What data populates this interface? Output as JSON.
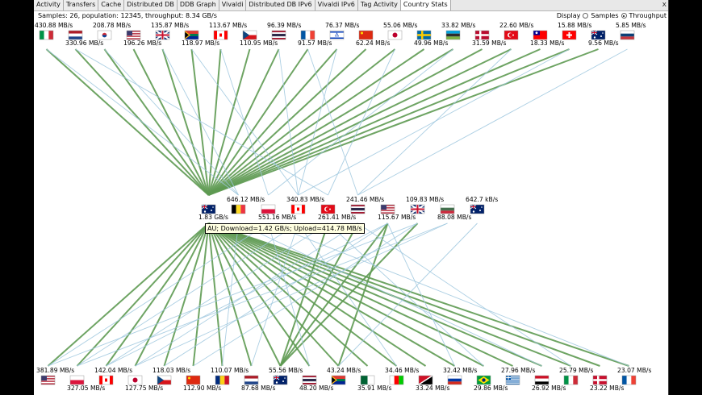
{
  "tabs": [
    {
      "label": "Activity",
      "active": false
    },
    {
      "label": "Transfers",
      "active": false
    },
    {
      "label": "Cache",
      "active": false
    },
    {
      "label": "Distributed DB",
      "active": false
    },
    {
      "label": "DDB Graph",
      "active": false
    },
    {
      "label": "Vivaldi",
      "active": false
    },
    {
      "label": "Distributed DB IPv6",
      "active": false
    },
    {
      "label": "Vivaldi IPv6",
      "active": false
    },
    {
      "label": "Tag Activity",
      "active": false
    },
    {
      "label": "Country Stats",
      "active": true
    }
  ],
  "close_label": "x",
  "summary": "Samples: 26, population: 12345, throughput: 8.34 GB/s",
  "display": {
    "label": "Display",
    "options": [
      "Samples",
      "Throughput"
    ],
    "selected": "Throughput"
  },
  "tooltip": "AU; Download=1.42 GB/s; Upload=414.78 MB/s",
  "rows": {
    "top": {
      "labels": [
        "430.88 MB/s",
        "330.96 MB/s",
        "208.78 MB/s",
        "196.26 MB/s",
        "135.87 MB/s",
        "118.97 MB/s",
        "113.67 MB/s",
        "110.95 MB/s",
        "96.39 MB/s",
        "91.57 MB/s",
        "76.37 MB/s",
        "62.24 MB/s",
        "55.06 MB/s",
        "49.96 MB/s",
        "33.82 MB/s",
        "31.59 MB/s",
        "22.60 MB/s",
        "18.33 MB/s",
        "15.88 MB/s",
        "9.56 MB/s",
        "5.85 MB/s"
      ],
      "flags": [
        {
          "type": "v3",
          "c": [
            "#009246",
            "#ffffff",
            "#ce2b37"
          ]
        },
        {
          "type": "h3",
          "c": [
            "#ae1c28",
            "#ffffff",
            "#21468b"
          ]
        },
        {
          "type": "kr",
          "c": [
            "#ffffff",
            "#cd2e3a",
            "#0047a0"
          ]
        },
        {
          "type": "us",
          "c": [
            "#b22234",
            "#ffffff",
            "#3c3b6e"
          ]
        },
        {
          "type": "gb",
          "c": [
            "#012169",
            "#ffffff",
            "#c8102e"
          ]
        },
        {
          "type": "za",
          "c": [
            "#007a4d",
            "#ffb612",
            "#de3831",
            "#002395"
          ]
        },
        {
          "type": "ca",
          "c": [
            "#ff0000",
            "#ffffff"
          ]
        },
        {
          "type": "cz",
          "c": [
            "#ffffff",
            "#d7141a",
            "#11457e"
          ]
        },
        {
          "type": "th",
          "c": [
            "#a51931",
            "#f4f5f8",
            "#2d2a4a"
          ]
        },
        {
          "type": "v3",
          "c": [
            "#0055a4",
            "#ffffff",
            "#ef4135"
          ]
        },
        {
          "type": "il",
          "c": [
            "#ffffff",
            "#0038b8"
          ]
        },
        {
          "type": "cn",
          "c": [
            "#de2910",
            "#ffde00"
          ]
        },
        {
          "type": "jp",
          "c": [
            "#ffffff",
            "#bc002d"
          ]
        },
        {
          "type": "nordic",
          "c": [
            "#006aa7",
            "#fecc00"
          ]
        },
        {
          "type": "h3",
          "c": [
            "#00a3dd",
            "#2d2d2d",
            "#7cb342"
          ]
        },
        {
          "type": "nordic",
          "c": [
            "#ba0c2f",
            "#ffffff"
          ]
        },
        {
          "type": "tr",
          "c": [
            "#e30a17",
            "#ffffff"
          ]
        },
        {
          "type": "tw",
          "c": [
            "#fe0000",
            "#000095"
          ]
        },
        {
          "type": "ch",
          "c": [
            "#ff0000",
            "#ffffff"
          ]
        },
        {
          "type": "au",
          "c": [
            "#012169",
            "#ffffff"
          ]
        },
        {
          "type": "h3",
          "c": [
            "#ffffff",
            "#0c4076",
            "#c6363c"
          ]
        }
      ]
    },
    "middle": {
      "labels": [
        "1.83 GB/s",
        "646.12 MB/s",
        "551.16 MB/s",
        "340.83 MB/s",
        "261.41 MB/s",
        "241.46 MB/s",
        "115.67 MB/s",
        "109.83 MB/s",
        "88.08 MB/s",
        "642.7 kB/s"
      ],
      "flags": [
        {
          "type": "au",
          "c": [
            "#012169",
            "#ffffff"
          ]
        },
        {
          "type": "v3",
          "c": [
            "#000000",
            "#fdda24",
            "#ef3340"
          ]
        },
        {
          "type": "h2",
          "c": [
            "#ffffff",
            "#dc143c"
          ]
        },
        {
          "type": "ca",
          "c": [
            "#ff0000",
            "#ffffff"
          ]
        },
        {
          "type": "tr",
          "c": [
            "#e30a17",
            "#ffffff"
          ]
        },
        {
          "type": "th",
          "c": [
            "#a51931",
            "#f4f5f8",
            "#2d2a4a"
          ]
        },
        {
          "type": "us",
          "c": [
            "#b22234",
            "#ffffff",
            "#3c3b6e"
          ]
        },
        {
          "type": "gb",
          "c": [
            "#012169",
            "#ffffff",
            "#c8102e"
          ]
        },
        {
          "type": "h3",
          "c": [
            "#ffffff",
            "#436f4d",
            "#cd2a3e"
          ]
        },
        {
          "type": "au",
          "c": [
            "#012169",
            "#ffffff"
          ]
        }
      ]
    },
    "bottom": {
      "labels": [
        "381.89 MB/s",
        "327.05 MB/s",
        "142.04 MB/s",
        "127.75 MB/s",
        "118.03 MB/s",
        "112.90 MB/s",
        "110.07 MB/s",
        "87.68 MB/s",
        "55.56 MB/s",
        "48.20 MB/s",
        "43.24 MB/s",
        "35.91 MB/s",
        "34.46 MB/s",
        "33.24 MB/s",
        "32.42 MB/s",
        "29.86 MB/s",
        "27.96 MB/s",
        "26.92 MB/s",
        "25.79 MB/s",
        "23.22 MB/s",
        "23.07 MB/s"
      ],
      "flags": [
        {
          "type": "us",
          "c": [
            "#b22234",
            "#ffffff",
            "#3c3b6e"
          ]
        },
        {
          "type": "h2",
          "c": [
            "#ffffff",
            "#dc143c"
          ]
        },
        {
          "type": "ca",
          "c": [
            "#ff0000",
            "#ffffff"
          ]
        },
        {
          "type": "jp",
          "c": [
            "#ffffff",
            "#bc002d"
          ]
        },
        {
          "type": "cz",
          "c": [
            "#ffffff",
            "#d7141a",
            "#11457e"
          ]
        },
        {
          "type": "cn",
          "c": [
            "#de2910",
            "#ffde00"
          ]
        },
        {
          "type": "v3",
          "c": [
            "#002b7f",
            "#fcd116",
            "#ce1126"
          ]
        },
        {
          "type": "h3",
          "c": [
            "#ae1c28",
            "#ffffff",
            "#21468b"
          ]
        },
        {
          "type": "au",
          "c": [
            "#012169",
            "#ffffff"
          ]
        },
        {
          "type": "th",
          "c": [
            "#a51931",
            "#f4f5f8",
            "#2d2a4a"
          ]
        },
        {
          "type": "za",
          "c": [
            "#007a4d",
            "#ffb612",
            "#de3831",
            "#002395"
          ]
        },
        {
          "type": "v2",
          "c": [
            "#006233",
            "#ffffff"
          ]
        },
        {
          "type": "v3",
          "c": [
            "#ffffff",
            "#ff0000",
            "#00cc00"
          ]
        },
        {
          "type": "diag",
          "c": [
            "#ce1126",
            "#000000",
            "#ffffff"
          ]
        },
        {
          "type": "h3",
          "c": [
            "#ffffff",
            "#0039a6",
            "#d52b1e"
          ]
        },
        {
          "type": "br",
          "c": [
            "#009c3b",
            "#ffdf00",
            "#002776"
          ]
        },
        {
          "type": "gr",
          "c": [
            "#0d5eaf",
            "#ffffff"
          ]
        },
        {
          "type": "h3",
          "c": [
            "#ce1126",
            "#ffffff",
            "#000000"
          ]
        },
        {
          "type": "v3",
          "c": [
            "#009246",
            "#ffffff",
            "#ce2b37"
          ]
        },
        {
          "type": "nordic",
          "c": [
            "#c8102e",
            "#ffffff"
          ]
        },
        {
          "type": "v3",
          "c": [
            "#0055a4",
            "#ffffff",
            "#ef4135"
          ]
        }
      ]
    }
  },
  "edges": [
    [
      "top",
      0,
      "middle",
      0,
      0
    ],
    [
      "top",
      1,
      "middle",
      0,
      0
    ],
    [
      "top",
      2,
      "middle",
      0,
      0
    ],
    [
      "top",
      3,
      "middle",
      0,
      0
    ],
    [
      "top",
      4,
      "middle",
      0,
      0
    ],
    [
      "top",
      5,
      "middle",
      0,
      0
    ],
    [
      "top",
      6,
      "middle",
      0,
      0
    ],
    [
      "top",
      7,
      "middle",
      0,
      0
    ],
    [
      "top",
      8,
      "middle",
      0,
      0
    ],
    [
      "top",
      9,
      "middle",
      0,
      0
    ],
    [
      "top",
      10,
      "middle",
      0,
      0
    ],
    [
      "top",
      11,
      "middle",
      0,
      0
    ],
    [
      "top",
      12,
      "middle",
      0,
      0
    ],
    [
      "top",
      13,
      "middle",
      0,
      0
    ],
    [
      "top",
      14,
      "middle",
      0,
      0
    ],
    [
      "top",
      15,
      "middle",
      0,
      0
    ],
    [
      "top",
      16,
      "middle",
      0,
      0
    ],
    [
      "top",
      17,
      "middle",
      0,
      0
    ],
    [
      "top",
      18,
      "middle",
      0,
      0
    ],
    [
      "top",
      19,
      "middle",
      0,
      0
    ],
    [
      "top",
      0,
      "middle",
      1,
      1
    ],
    [
      "top",
      2,
      "middle",
      1,
      1
    ],
    [
      "top",
      4,
      "middle",
      1,
      1
    ],
    [
      "top",
      6,
      "middle",
      2,
      1
    ],
    [
      "top",
      8,
      "middle",
      3,
      1
    ],
    [
      "top",
      10,
      "middle",
      3,
      1
    ],
    [
      "top",
      12,
      "middle",
      4,
      1
    ],
    [
      "top",
      14,
      "middle",
      2,
      1
    ],
    [
      "top",
      16,
      "middle",
      5,
      1
    ],
    [
      "top",
      18,
      "middle",
      3,
      1
    ],
    [
      "top",
      20,
      "middle",
      5,
      1
    ],
    [
      "top",
      1,
      "middle",
      4,
      1
    ],
    [
      "top",
      5,
      "middle",
      3,
      1
    ],
    [
      "top",
      9,
      "middle",
      5,
      1
    ],
    [
      "middle",
      0,
      "bottom",
      0,
      0
    ],
    [
      "middle",
      0,
      "bottom",
      1,
      0
    ],
    [
      "middle",
      0,
      "bottom",
      2,
      0
    ],
    [
      "middle",
      0,
      "bottom",
      3,
      0
    ],
    [
      "middle",
      0,
      "bottom",
      4,
      0
    ],
    [
      "middle",
      0,
      "bottom",
      5,
      0
    ],
    [
      "middle",
      0,
      "bottom",
      6,
      0
    ],
    [
      "middle",
      0,
      "bottom",
      7,
      0
    ],
    [
      "middle",
      0,
      "bottom",
      8,
      0
    ],
    [
      "middle",
      0,
      "bottom",
      9,
      0
    ],
    [
      "middle",
      0,
      "bottom",
      10,
      0
    ],
    [
      "middle",
      0,
      "bottom",
      11,
      0
    ],
    [
      "middle",
      0,
      "bottom",
      12,
      0
    ],
    [
      "middle",
      0,
      "bottom",
      13,
      0
    ],
    [
      "middle",
      0,
      "bottom",
      14,
      0
    ],
    [
      "middle",
      0,
      "bottom",
      15,
      0
    ],
    [
      "middle",
      0,
      "bottom",
      16,
      0
    ],
    [
      "middle",
      0,
      "bottom",
      17,
      0
    ],
    [
      "middle",
      0,
      "bottom",
      18,
      0
    ],
    [
      "middle",
      0,
      "bottom",
      19,
      0
    ],
    [
      "middle",
      0,
      "bottom",
      20,
      0
    ],
    [
      "middle",
      6,
      "bottom",
      8,
      0
    ],
    [
      "middle",
      7,
      "bottom",
      8,
      0
    ],
    [
      "middle",
      5,
      "bottom",
      8,
      0
    ],
    [
      "middle",
      4,
      "bottom",
      8,
      0
    ],
    [
      "middle",
      6,
      "bottom",
      10,
      0
    ],
    [
      "middle",
      2,
      "bottom",
      0,
      1
    ],
    [
      "middle",
      3,
      "bottom",
      1,
      1
    ],
    [
      "middle",
      4,
      "bottom",
      2,
      1
    ],
    [
      "middle",
      5,
      "bottom",
      3,
      1
    ],
    [
      "middle",
      6,
      "bottom",
      4,
      1
    ],
    [
      "middle",
      7,
      "bottom",
      0,
      1
    ],
    [
      "middle",
      1,
      "bottom",
      6,
      1
    ],
    [
      "middle",
      2,
      "bottom",
      9,
      1
    ],
    [
      "middle",
      3,
      "bottom",
      12,
      1
    ],
    [
      "middle",
      4,
      "bottom",
      15,
      1
    ],
    [
      "middle",
      5,
      "bottom",
      18,
      1
    ],
    [
      "middle",
      6,
      "bottom",
      2,
      1
    ],
    [
      "middle",
      7,
      "bottom",
      5,
      1
    ],
    [
      "middle",
      8,
      "bottom",
      3,
      1
    ],
    [
      "middle",
      9,
      "bottom",
      10,
      1
    ],
    [
      "middle",
      1,
      "bottom",
      17,
      1
    ],
    [
      "middle",
      2,
      "bottom",
      20,
      1
    ],
    [
      "middle",
      3,
      "bottom",
      7,
      1
    ],
    [
      "middle",
      8,
      "bottom",
      1,
      1
    ],
    [
      "middle",
      6,
      "bottom",
      14,
      1
    ]
  ],
  "colors": {
    "download_edge": "#5e9a52",
    "upload_edge": "#9ec7de",
    "label_text": "#000000"
  }
}
